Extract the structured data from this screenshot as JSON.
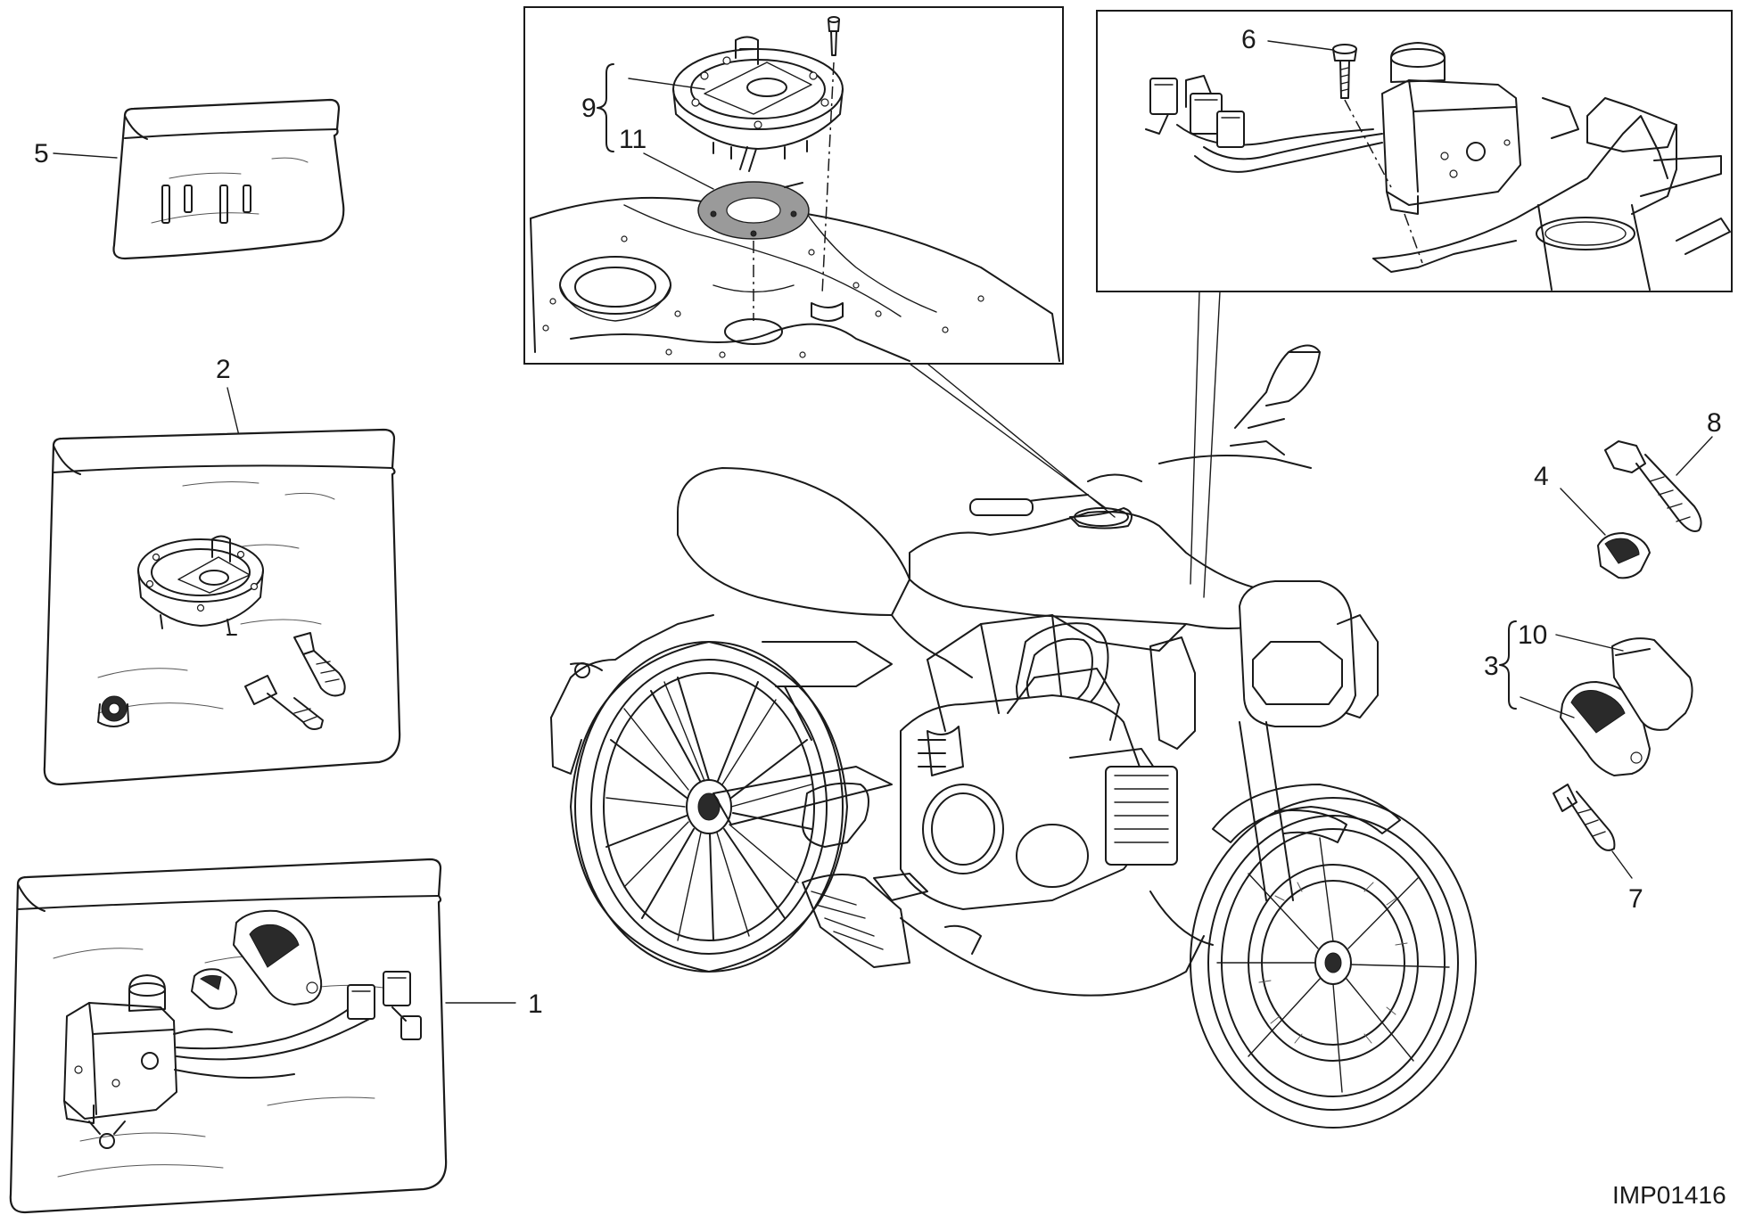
{
  "diagram": {
    "reference_code": "IMP01416",
    "callouts": [
      {
        "id": "1",
        "label": "1"
      },
      {
        "id": "2",
        "label": "2"
      },
      {
        "id": "3",
        "label": "3"
      },
      {
        "id": "4",
        "label": "4"
      },
      {
        "id": "5",
        "label": "5"
      },
      {
        "id": "6",
        "label": "6"
      },
      {
        "id": "7",
        "label": "7"
      },
      {
        "id": "8",
        "label": "8"
      },
      {
        "id": "9",
        "label": "9"
      },
      {
        "id": "10",
        "label": "10"
      },
      {
        "id": "11",
        "label": "11"
      }
    ]
  }
}
